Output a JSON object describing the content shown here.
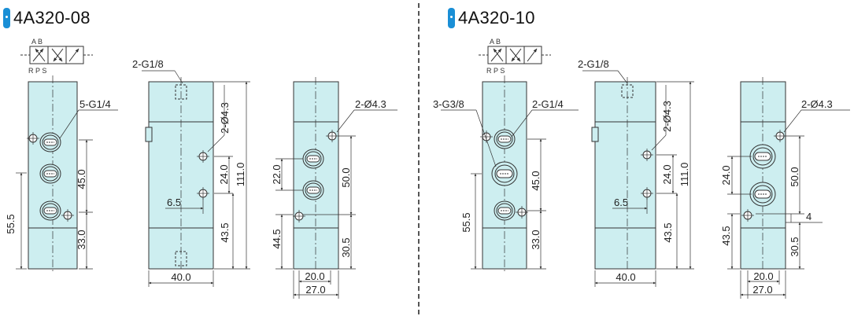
{
  "left": {
    "title": "4A320-08",
    "symbol": {
      "top": "A B",
      "bottom": "R P S"
    },
    "labels": {
      "port": "5-G1/4",
      "dim_55_5": "55.5",
      "dim_45": "45.0",
      "dim_33": "33.0",
      "side_top": "2-G1/8",
      "side_hole": "2-Ø4.3",
      "side_24": "24.0",
      "side_111": "111.0",
      "side_6_5": "6.5",
      "side_43_5": "43.5",
      "side_40": "40.0",
      "end_hole": "2-Ø4.3",
      "end_22": "22.0",
      "end_50": "50.0",
      "end_44_5": "44.5",
      "end_30_5": "30.5",
      "end_20": "20.0",
      "end_27": "27.0"
    }
  },
  "right": {
    "title": "4A320-10",
    "symbol": {
      "top": "A B",
      "bottom": "R P S"
    },
    "labels": {
      "port_a": "3-G3/8",
      "port_b": "2-G1/4",
      "dim_55_5": "55.5",
      "dim_45": "45.0",
      "dim_33": "33.0",
      "side_top": "2-G1/8",
      "side_hole": "2-Ø4.3",
      "side_24": "24.0",
      "side_111": "111.0",
      "side_6_5": "6.5",
      "side_43_5": "43.5",
      "side_40": "40.0",
      "end_hole": "2-Ø4.3",
      "end_24": "24.0",
      "end_50": "50.0",
      "end_4": "4",
      "end_43_5": "43.5",
      "end_30_5": "30.5",
      "end_20": "20.0",
      "end_27": "27.0"
    }
  },
  "colors": {
    "body": "#cdeef0",
    "line": "#333333",
    "accent": "#1a8fd6"
  }
}
